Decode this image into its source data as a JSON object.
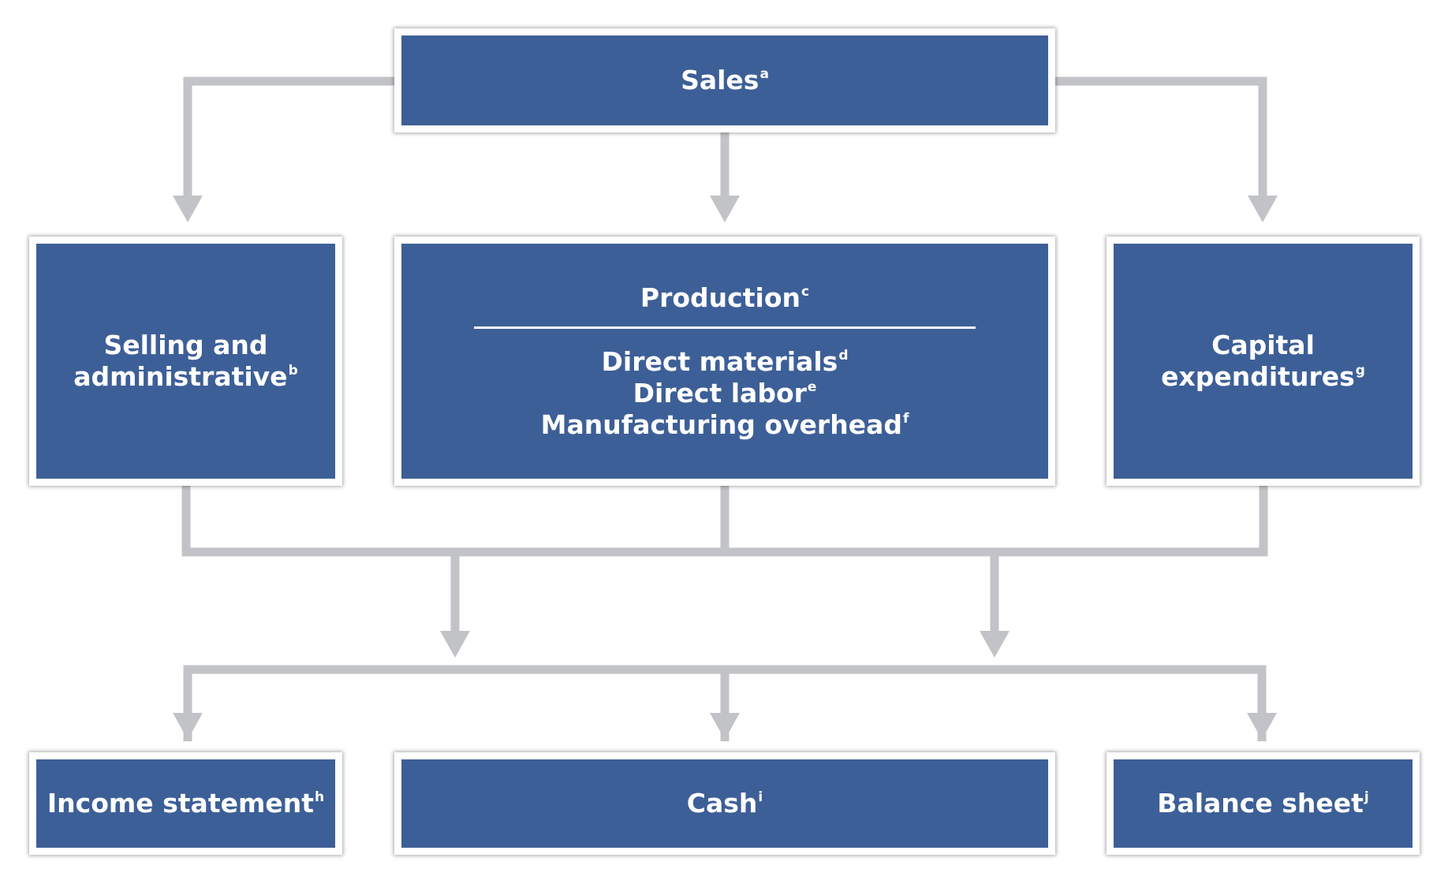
{
  "colors": {
    "box_fill": "#3d5f97",
    "box_border": "#ffffff",
    "connector": "#c2c3c6",
    "text": "#ffffff"
  },
  "sales": {
    "label": "Sales",
    "note": "a"
  },
  "selling_admin": {
    "line1": "Selling and",
    "line2": "administrative",
    "note": "b"
  },
  "production": {
    "label": "Production",
    "note": "c",
    "items": [
      {
        "label": "Direct materials",
        "note": "d"
      },
      {
        "label": "Direct labor",
        "note": "e"
      },
      {
        "label": "Manufacturing overhead",
        "note": "f"
      }
    ]
  },
  "capital": {
    "line1": "Capital",
    "line2": "expenditures",
    "note": "g"
  },
  "income_statement": {
    "label": "Income statement",
    "note": "h"
  },
  "cash": {
    "label": "Cash",
    "note": "i"
  },
  "balance_sheet": {
    "label": "Balance sheet",
    "note": "j"
  }
}
